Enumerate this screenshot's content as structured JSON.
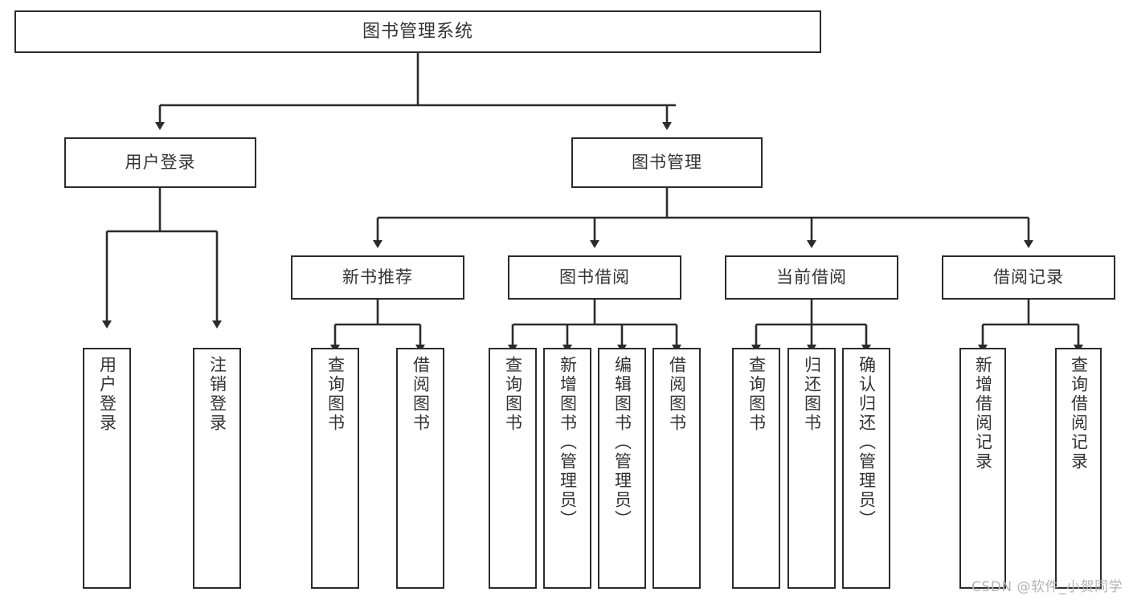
{
  "diagram": {
    "type": "tree",
    "title": "图书管理系统",
    "colors": {
      "box_border": "#2b2b2b",
      "box_fill": "#ffffff",
      "text": "#333333",
      "connector": "#2b2b2b",
      "watermark": "#b4b4b4",
      "background": "#ffffff"
    },
    "root": {
      "label": "图书管理系统"
    },
    "level2": [
      {
        "label": "用户登录"
      },
      {
        "label": "图书管理"
      }
    ],
    "level3": [
      {
        "label": "新书推荐"
      },
      {
        "label": "图书借阅"
      },
      {
        "label": "当前借阅"
      },
      {
        "label": "借阅记录"
      }
    ],
    "leaves": {
      "user_login": [
        {
          "label": "用户登录"
        },
        {
          "label": "注销登录"
        }
      ],
      "new_book_recommend": [
        {
          "label": "查询图书"
        },
        {
          "label": "借阅图书"
        }
      ],
      "book_borrow": [
        {
          "label": "查询图书"
        },
        {
          "label": "新增图书（管理员）"
        },
        {
          "label": "编辑图书（管理员）"
        },
        {
          "label": "借阅图书"
        }
      ],
      "current_borrow": [
        {
          "label": "查询图书"
        },
        {
          "label": "归还图书"
        },
        {
          "label": "确认归还（管理员）"
        }
      ],
      "borrow_record": [
        {
          "label": "新增借阅记录"
        },
        {
          "label": "查询借阅记录"
        }
      ]
    }
  },
  "watermark": {
    "text": "CSDN @软件_小贺同学"
  }
}
